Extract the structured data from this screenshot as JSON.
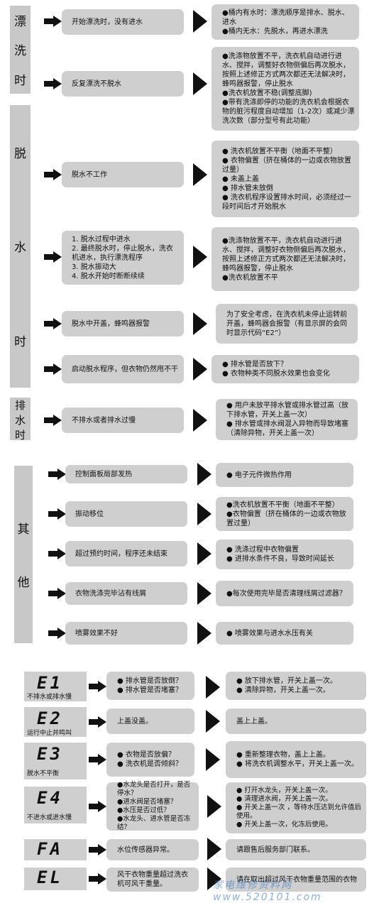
{
  "sections": {
    "rinse": [
      "漂",
      "洗",
      "时"
    ],
    "spin": [
      "脱",
      "水",
      "时"
    ],
    "drain": [
      "排",
      "水",
      "时"
    ],
    "other": [
      "其",
      "他"
    ]
  },
  "rows": [
    {
      "q": "开始漂洗时，没有进水",
      "a": [
        "●桶内有水时：漂洗顺序是排水、脱水、进水",
        "●桶内无水：先脱水，再进水漂洗"
      ]
    },
    {
      "q": "反复漂洗不脱水",
      "a": [
        "●洗涤物放置不平，洗衣机自动进行进水、搅拌，调整好衣物侧偏后再次脱水，按照上述修正方式两次都还无法解决时，蜂鸣器报警，停止脱水",
        "●洗衣机放置不稳(调整底脚)",
        "●带有洗涤即停的功能的洗衣机会根据衣物的脏污程度自动增加（1-2次）或减少漂洗次数（部分型号有此功能）"
      ]
    },
    {
      "q": "脱水不工作",
      "a": [
        "● 洗衣机放置不平衡（地面不平整）",
        "● 衣物偏置（挤在桶体的一边或衣物放置过量）",
        "● 未盖上盖",
        "● 排水管未放倒",
        "● 洗衣机程序设置排水时间，必须经过一段时间后才开始脱水"
      ]
    },
    {
      "q": [
        "1. 脱水过程中进水",
        "2. 最终脱水时，停止脱水，洗衣机进水，执行漂洗程序",
        "3. 脱水振动大",
        "4. 脱水开始时断断续续"
      ],
      "a": [
        "●洗涤物放置不平，洗衣机自动进行进水、搅拌，调整好衣物侧偏后再次脱水，按照上述修正方式两次都还无法解决时，蜂鸣器报警，停止脱水",
        "●洗衣机放置不平"
      ]
    },
    {
      "q": "脱水中开盖，蜂鸣器报警",
      "a": [
        "为了安全考虑，在洗衣机未停止运转前开盖，蜂鸣器会报警（有显示屏的会同时显示代码“E2”）"
      ]
    },
    {
      "q": "启动脱水程序，但衣物仍然甩不干",
      "a": [
        "● 排水管是否放下？",
        "● 衣物种类不同脱水效果也会变化"
      ]
    },
    {
      "q": "不排水或者排水过慢",
      "a": [
        "● 用户未放平排水管或排水管过高（放下排水管，开关上盖一次）",
        "● 排水管或排水阀混入异物而导致堵塞（清除异物，开关上盖一次）"
      ]
    },
    {
      "q": "控制面板局部发热",
      "a": [
        "● 电子元件微热作用"
      ]
    },
    {
      "q": "振动移位",
      "a": [
        "●洗衣机放置不平衡（地面不平整）",
        "●衣物偏置（挤在桶体的一边或衣物放置过量）"
      ]
    },
    {
      "q": "超过预约时间，程序还未结束",
      "a": [
        "● 洗涤过程中衣物偏置",
        "● 进排水条件不良，导致时间延长"
      ]
    },
    {
      "q": "衣物洗涤完毕沾有线屑",
      "a": [
        "●每次使用完毕是否清理线屑过滤器？"
      ]
    },
    {
      "q": "喷雾效果不好",
      "a": [
        "● 喷雾效果与进水水压有关"
      ]
    }
  ],
  "codes": [
    {
      "code": "E1",
      "desc": "不排水或排水慢",
      "check": [
        "● 排水管是否放倒？",
        "● 排水管是否堵塞？"
      ],
      "fix": [
        "● 放下排水管，开关上盖一次。",
        "● 清除异物，开关上盖一次。"
      ]
    },
    {
      "code": "E2",
      "desc": "运行中止并鸣叫",
      "check": [
        "上盖没盖。"
      ],
      "fix": [
        "盖上上盖。"
      ]
    },
    {
      "code": "E3",
      "desc": "脱水不平衡",
      "check": [
        "● 衣物是否放偏？",
        "● 洗衣机是否倾斜？"
      ],
      "fix": [
        "● 重新整理衣物，盖上上盖。",
        "● 将洗衣机调整水平，开关上盖一次。"
      ]
    },
    {
      "code": "E4",
      "desc": "不进水或进水慢",
      "check": [
        "●水龙头是否打开，是否停水？",
        "●进水阀是否堵塞？",
        "●水压是否过低？",
        "●水龙头、进水管是否冻结？"
      ],
      "fix": [
        "● 打开水龙头，开关上盖一次。",
        "● 清理进水阀，开关上盖一次。",
        "● 开关上盖一次 ，等待水压达到允许值后使用。",
        "● 开关上盖一次，化冻后使用。"
      ]
    },
    {
      "code": "FA",
      "desc": "",
      "check": [
        "水位传感器异常。"
      ],
      "fix": [
        "请跟售后服务部门联系。"
      ]
    },
    {
      "code": "EL",
      "desc": "",
      "check": [
        "风干衣物重量超过洗衣机可风干重量。"
      ],
      "fix": [
        "请在取出超过风干衣物重量范围的衣物"
      ]
    }
  ],
  "watermark": "家电维修资料网 www.520101.com"
}
